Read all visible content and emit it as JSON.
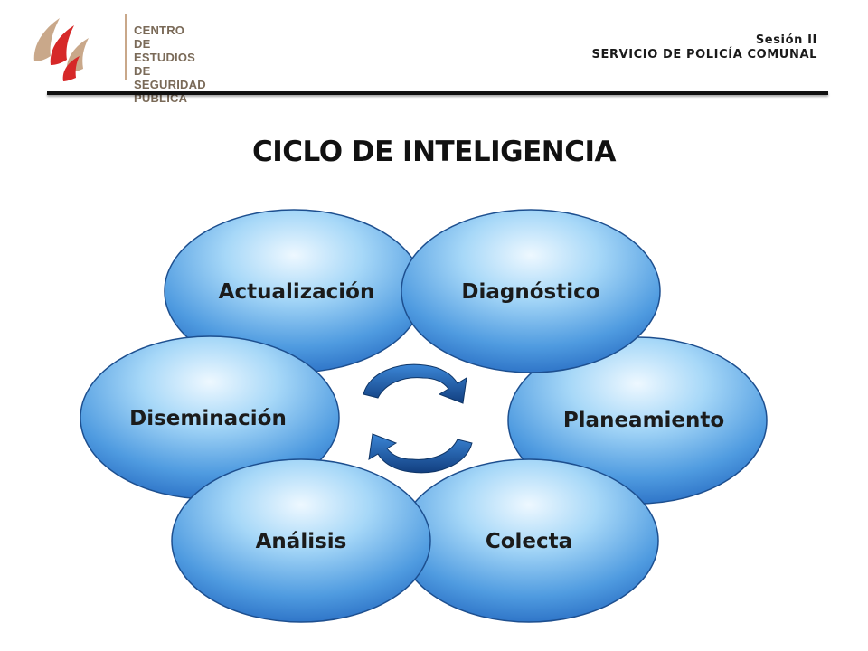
{
  "logo": {
    "lines": [
      "CENTRO",
      "DE ESTUDIOS",
      "DE SEGURIDAD",
      "PÚBLICA"
    ],
    "colors": {
      "red": "#d62828",
      "tan": "#c9a88a"
    }
  },
  "header": {
    "session": "Sesión II",
    "course": "SERVICIO DE POLICÍA COMUNAL"
  },
  "title": "CICLO DE INTELIGENCIA",
  "cycle": {
    "nodes": [
      "Actualización",
      "Diagnóstico",
      "Diseminación",
      "Planeamiento",
      "Análisis",
      "Colecta"
    ],
    "colors": {
      "sphere_light": "#e8f5ff",
      "sphere_mid": "#8ccaf5",
      "sphere_dark": "#2f7fd0",
      "arrow": "#1f5fa8"
    }
  }
}
